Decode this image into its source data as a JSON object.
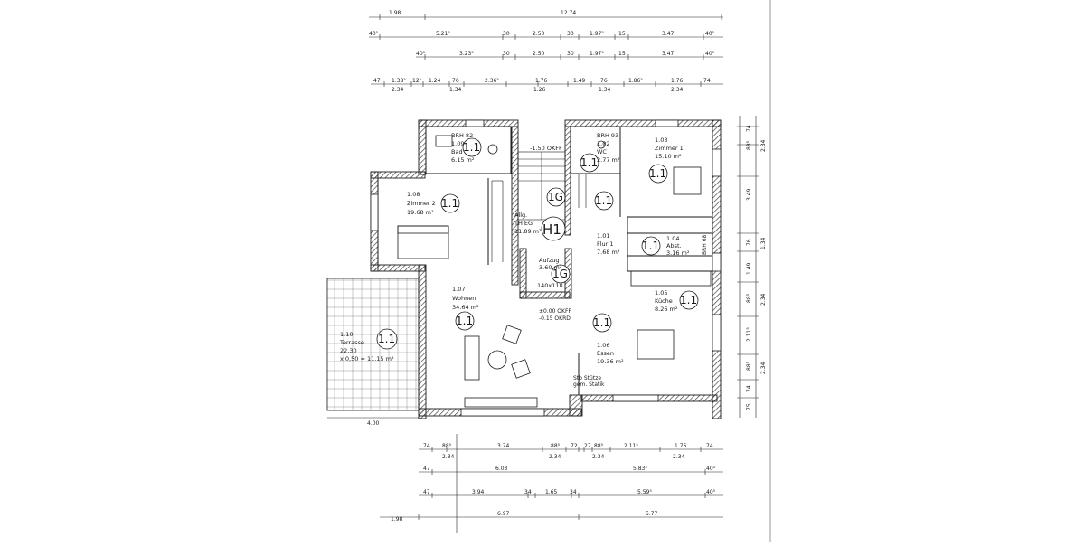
{
  "dimensions": {
    "top": {
      "row1": {
        "a": "1.98",
        "b": "12.74"
      },
      "row2": [
        "40⁵",
        "5.21⁵",
        "30",
        "2.50",
        "30",
        "1.97⁵",
        "15",
        "3.47",
        "40⁵"
      ],
      "row3": [
        "40⁵",
        "3.23⁵",
        "30",
        "2.50",
        "30",
        "1.97⁵",
        "15",
        "3.47",
        "40⁵"
      ],
      "row4_upper": [
        "47",
        "1.38⁵",
        "12⁵",
        "1.24",
        "76",
        "2.36⁵",
        "1.76",
        "1.49",
        "76",
        "1.86⁵",
        "1.76",
        "74"
      ],
      "row4_lower": [
        "2.34",
        "1.34",
        "1.26",
        "1.34",
        "2.34"
      ]
    },
    "bottom": {
      "row1_upper": [
        "74",
        "88⁵",
        "3.74",
        "88⁵",
        "72",
        "27",
        "88⁵",
        "2.11⁵",
        "1.76",
        "74"
      ],
      "row1_lower": [
        "2.34",
        "2.34",
        "2.34",
        "2.34"
      ],
      "row2": [
        "47",
        "6.03",
        "5.83⁵",
        "40⁵"
      ],
      "row3": [
        "47",
        "3.94",
        "34",
        "1.65",
        "34",
        "5.59⁵",
        "40⁵"
      ],
      "row4": [
        "1.98",
        "6.97",
        "5.77"
      ]
    },
    "right": [
      "74",
      "88⁵",
      "2.34",
      "3.49",
      "76",
      "1.34",
      "1.49",
      "88⁵",
      "2.34",
      "2.11⁵",
      "88⁵",
      "2.34",
      "74",
      "75"
    ],
    "terrace_width": "4.00"
  },
  "rooms": {
    "bad": {
      "brh": "BRH 82",
      "area": "1.09",
      "name": "Bad",
      "size": "6.15 m²",
      "tag": "1.1"
    },
    "stair_top": {
      "level": "-1.50 OKFF"
    },
    "wc": {
      "brh": "BRH 93",
      "area": "1.02",
      "name": "WC",
      "size": "2.77 m²",
      "tag": "1.1"
    },
    "zimmer1": {
      "num": "1.03",
      "name": "Zimmer 1",
      "size": "15.10 m²",
      "tag": "1.1"
    },
    "zimmer2": {
      "num": "1.08",
      "name": "Zimmer 2",
      "size": "19.68 m²",
      "tag": "1.1"
    },
    "allg": {
      "line1": "Allg.",
      "line2": "TH EG",
      "size": "11.89 m²",
      "tag": "1G",
      "h1": "H1"
    },
    "flur": {
      "num": "1.01",
      "name": "Flur 1",
      "size": "7.68 m²",
      "tag": "1.1"
    },
    "abst": {
      "num": "1.04",
      "name": "Abst.",
      "size": "3.16 m²",
      "tag": "1.1",
      "brh": "BRH 68"
    },
    "aufzug": {
      "name": "Aufzug",
      "size": "3.60 m²",
      "dim": "140x110",
      "tag": "1G"
    },
    "wohnen": {
      "num": "1.07",
      "name": "Wohnen",
      "size": "34.64 m²",
      "tag": "1.1",
      "level1": "±0.00 OKFF",
      "level2": "-0.15 OKRD"
    },
    "kueche": {
      "num": "1.05",
      "name": "Küche",
      "size": "8.26 m²",
      "tag": "1.1"
    },
    "essen": {
      "num": "1.06",
      "name": "Essen",
      "size": "19.36 m²",
      "tag": "1.1",
      "note1": "Stb Stütze",
      "note2": "gem. Statik"
    },
    "terrasse": {
      "num": "1.10",
      "name": "Terrasse",
      "size": "22.30",
      "calc": "x 0,50 = 11.15 m²",
      "tag": "1.1"
    }
  },
  "colors": {
    "line": "#1a1a1a",
    "wall_hatch": "#555555",
    "paper": "#ffffff"
  }
}
